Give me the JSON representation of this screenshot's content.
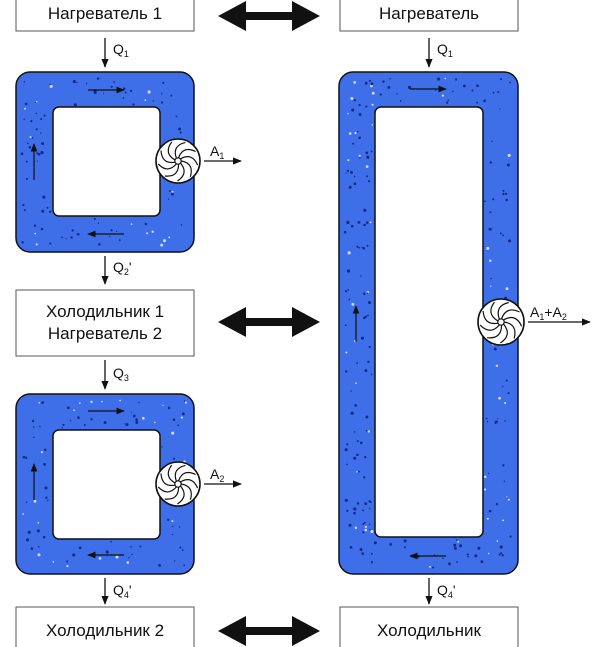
{
  "colors": {
    "fluid": "#3f6fe8",
    "fluid_stroke": "#111111",
    "dots": "#0f2a8a",
    "box_stroke": "#555555",
    "arrow": "#111111"
  },
  "icons": {
    "turbine": "turbine-icon",
    "double_arrow": "double-arrow-icon"
  },
  "boxes": {
    "heater_1": "Нагреватель 1",
    "heater": "Нагреватель",
    "cooler1_line1": "Холодильник 1",
    "cooler1_line2": "Нагреватель 2",
    "cooler_2": "Холодильник 2",
    "cooler": "Холодильник"
  },
  "flows": {
    "q1_left": {
      "main": "Q",
      "sub": "1"
    },
    "q1_right": {
      "main": "Q",
      "sub": "1"
    },
    "q2": {
      "main": "Q",
      "sub": "2",
      "suffix": "'"
    },
    "q3": {
      "main": "Q",
      "sub": "3"
    },
    "q4_left": {
      "main": "Q",
      "sub": "4",
      "suffix": "'"
    },
    "q4_right": {
      "main": "Q",
      "sub": "4",
      "suffix": "'"
    }
  },
  "work": {
    "a1": {
      "main": "A",
      "sub": "1"
    },
    "a2": {
      "main": "A",
      "sub": "2"
    },
    "a_sum": {
      "main1": "A",
      "sub1": "1",
      "plus": "+",
      "main2": "A",
      "sub2": "2"
    }
  }
}
